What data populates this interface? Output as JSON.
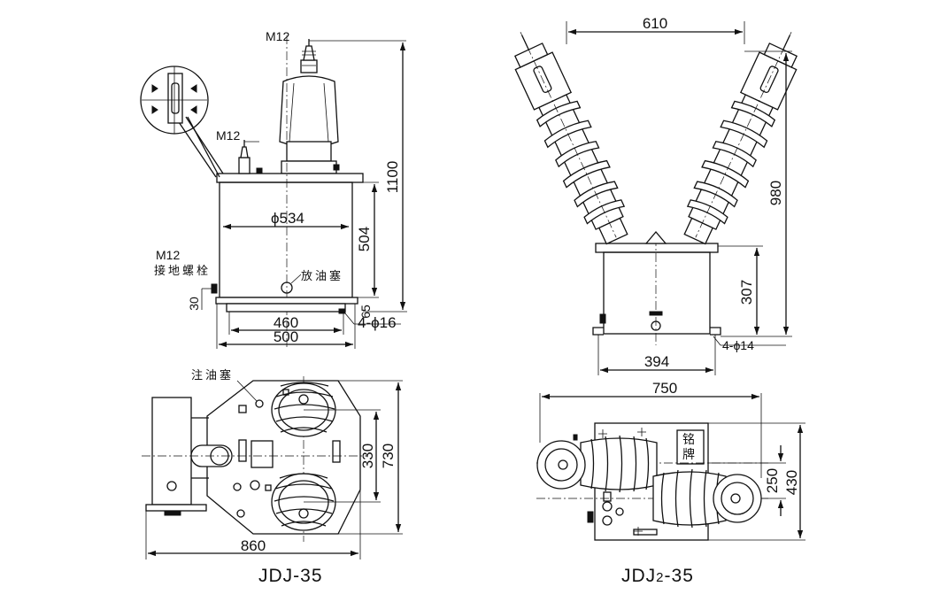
{
  "figures": [
    {
      "title": "JDJ-35",
      "front_view": {
        "dims": {
          "height_total": "1100",
          "tank_height": "504",
          "diameter": "ϕ534",
          "base_inner": "460",
          "base_outer": "500",
          "mount_holes": "4-ϕ16",
          "base_thickness": "65",
          "bolt_height": "30"
        },
        "labels": {
          "top_terminal": "M12",
          "side_terminal": "M12",
          "ground_bolt_spec": "M12",
          "ground_bolt": "接地螺栓",
          "drain_plug": "放油塞"
        }
      },
      "top_view": {
        "dims": {
          "width": "860",
          "depth": "730",
          "bushing_spacing": "330"
        },
        "labels": {
          "fill_plug": "注油塞"
        }
      }
    },
    {
      "title": "JDJ2-35",
      "title_main": "JDJ",
      "title_sub": "2",
      "title_suffix": "-35",
      "front_view": {
        "dims": {
          "terminal_spacing": "610",
          "height_total": "980",
          "tank_height": "307",
          "base_width": "394",
          "mount_holes": "4-ϕ14"
        }
      },
      "top_view": {
        "dims": {
          "width": "750",
          "depth": "430",
          "bushing_spacing": "250"
        },
        "labels": {
          "nameplate_1": "铭",
          "nameplate_2": "牌"
        }
      }
    }
  ]
}
